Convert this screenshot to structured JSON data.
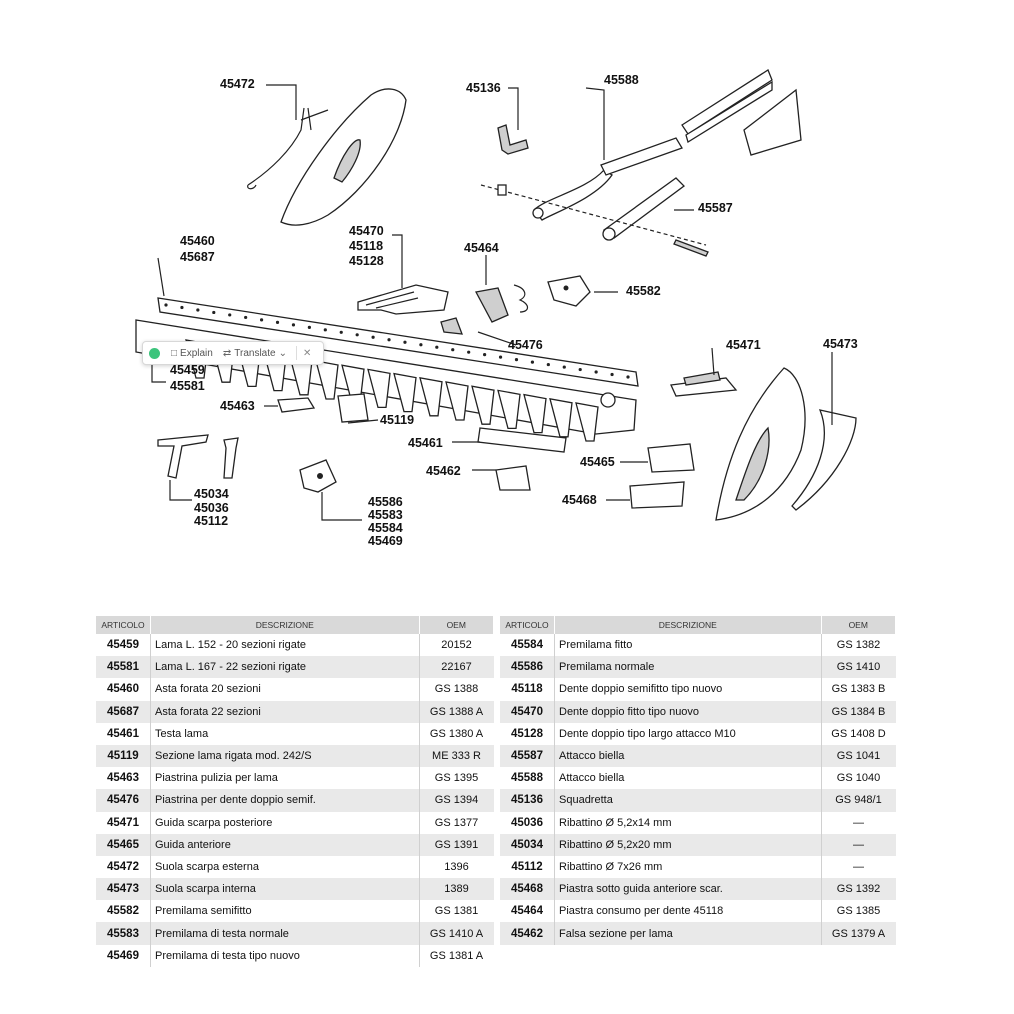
{
  "popup": {
    "explain_label": "Explain",
    "translate_label": "Translate"
  },
  "labels": {
    "l45472": "45472",
    "l45136": "45136",
    "l45588": "45588",
    "l45587": "45587",
    "l45470": "45470",
    "l45118": "45118",
    "l45128": "45128",
    "l45464": "45464",
    "l45582": "45582",
    "l45460": "45460",
    "l45687": "45687",
    "l45476": "45476",
    "l45471": "45471",
    "l45473": "45473",
    "l45459": "45459",
    "l45581": "45581",
    "l45463": "45463",
    "l45119": "45119",
    "l45461": "45461",
    "l45462": "45462",
    "l45465": "45465",
    "l45468": "45468",
    "l45034": "45034",
    "l45036": "45036",
    "l45112": "45112",
    "l45586": "45586",
    "l45583": "45583",
    "l45584": "45584",
    "l45469": "45469"
  },
  "table": {
    "headers": {
      "code": "ARTICOLO",
      "desc": "DESCRIZIONE",
      "oem": "OEM"
    },
    "left": [
      {
        "code": "45459",
        "desc": "Lama L. 152 - 20 sezioni rigate",
        "oem": "20152"
      },
      {
        "code": "45581",
        "desc": "Lama L. 167 - 22 sezioni rigate",
        "oem": "22167"
      },
      {
        "code": "45460",
        "desc": "Asta forata 20 sezioni",
        "oem": "GS 1388"
      },
      {
        "code": "45687",
        "desc": "Asta forata 22 sezioni",
        "oem": "GS 1388 A"
      },
      {
        "code": "45461",
        "desc": "Testa lama",
        "oem": "GS 1380 A"
      },
      {
        "code": "45119",
        "desc": "Sezione lama rigata mod. 242/S",
        "oem": "ME 333 R"
      },
      {
        "code": "45463",
        "desc": "Piastrina pulizia per lama",
        "oem": "GS 1395"
      },
      {
        "code": "45476",
        "desc": "Piastrina per dente doppio semif.",
        "oem": "GS 1394"
      },
      {
        "code": "45471",
        "desc": "Guida scarpa posteriore",
        "oem": "GS 1377"
      },
      {
        "code": "45465",
        "desc": "Guida anteriore",
        "oem": "GS 1391"
      },
      {
        "code": "45472",
        "desc": "Suola scarpa esterna",
        "oem": "1396"
      },
      {
        "code": "45473",
        "desc": "Suola scarpa interna",
        "oem": "1389"
      },
      {
        "code": "45582",
        "desc": "Premilama semifitto",
        "oem": "GS 1381"
      },
      {
        "code": "45583",
        "desc": "Premilama di testa normale",
        "oem": "GS 1410 A"
      },
      {
        "code": "45469",
        "desc": "Premilama di testa tipo nuovo",
        "oem": "GS 1381 A"
      }
    ],
    "right": [
      {
        "code": "45584",
        "desc": "Premilama fitto",
        "oem": "GS 1382"
      },
      {
        "code": "45586",
        "desc": "Premilama normale",
        "oem": "GS 1410"
      },
      {
        "code": "45118",
        "desc": "Dente doppio semifitto tipo nuovo",
        "oem": "GS 1383 B"
      },
      {
        "code": "45470",
        "desc": "Dente doppio fitto tipo nuovo",
        "oem": "GS 1384 B"
      },
      {
        "code": "45128",
        "desc": "Dente doppio tipo largo attacco M10",
        "oem": "GS 1408 D"
      },
      {
        "code": "45587",
        "desc": "Attacco biella",
        "oem": "GS 1041"
      },
      {
        "code": "45588",
        "desc": "Attacco biella",
        "oem": "GS 1040"
      },
      {
        "code": "45136",
        "desc": "Squadretta",
        "oem": "GS 948/1"
      },
      {
        "code": "45036",
        "desc": "Ribattino Ø 5,2x14 mm",
        "oem": "—"
      },
      {
        "code": "45034",
        "desc": "Ribattino Ø 5,2x20 mm",
        "oem": "—"
      },
      {
        "code": "45112",
        "desc": "Ribattino Ø 7x26 mm",
        "oem": "—"
      },
      {
        "code": "45468",
        "desc": "Piastra sotto guida anteriore scar.",
        "oem": "GS 1392"
      },
      {
        "code": "45464",
        "desc": "Piastra consumo per dente 45118",
        "oem": "GS 1385"
      },
      {
        "code": "45462",
        "desc": "Falsa sezione per lama",
        "oem": "GS 1379 A"
      }
    ]
  }
}
